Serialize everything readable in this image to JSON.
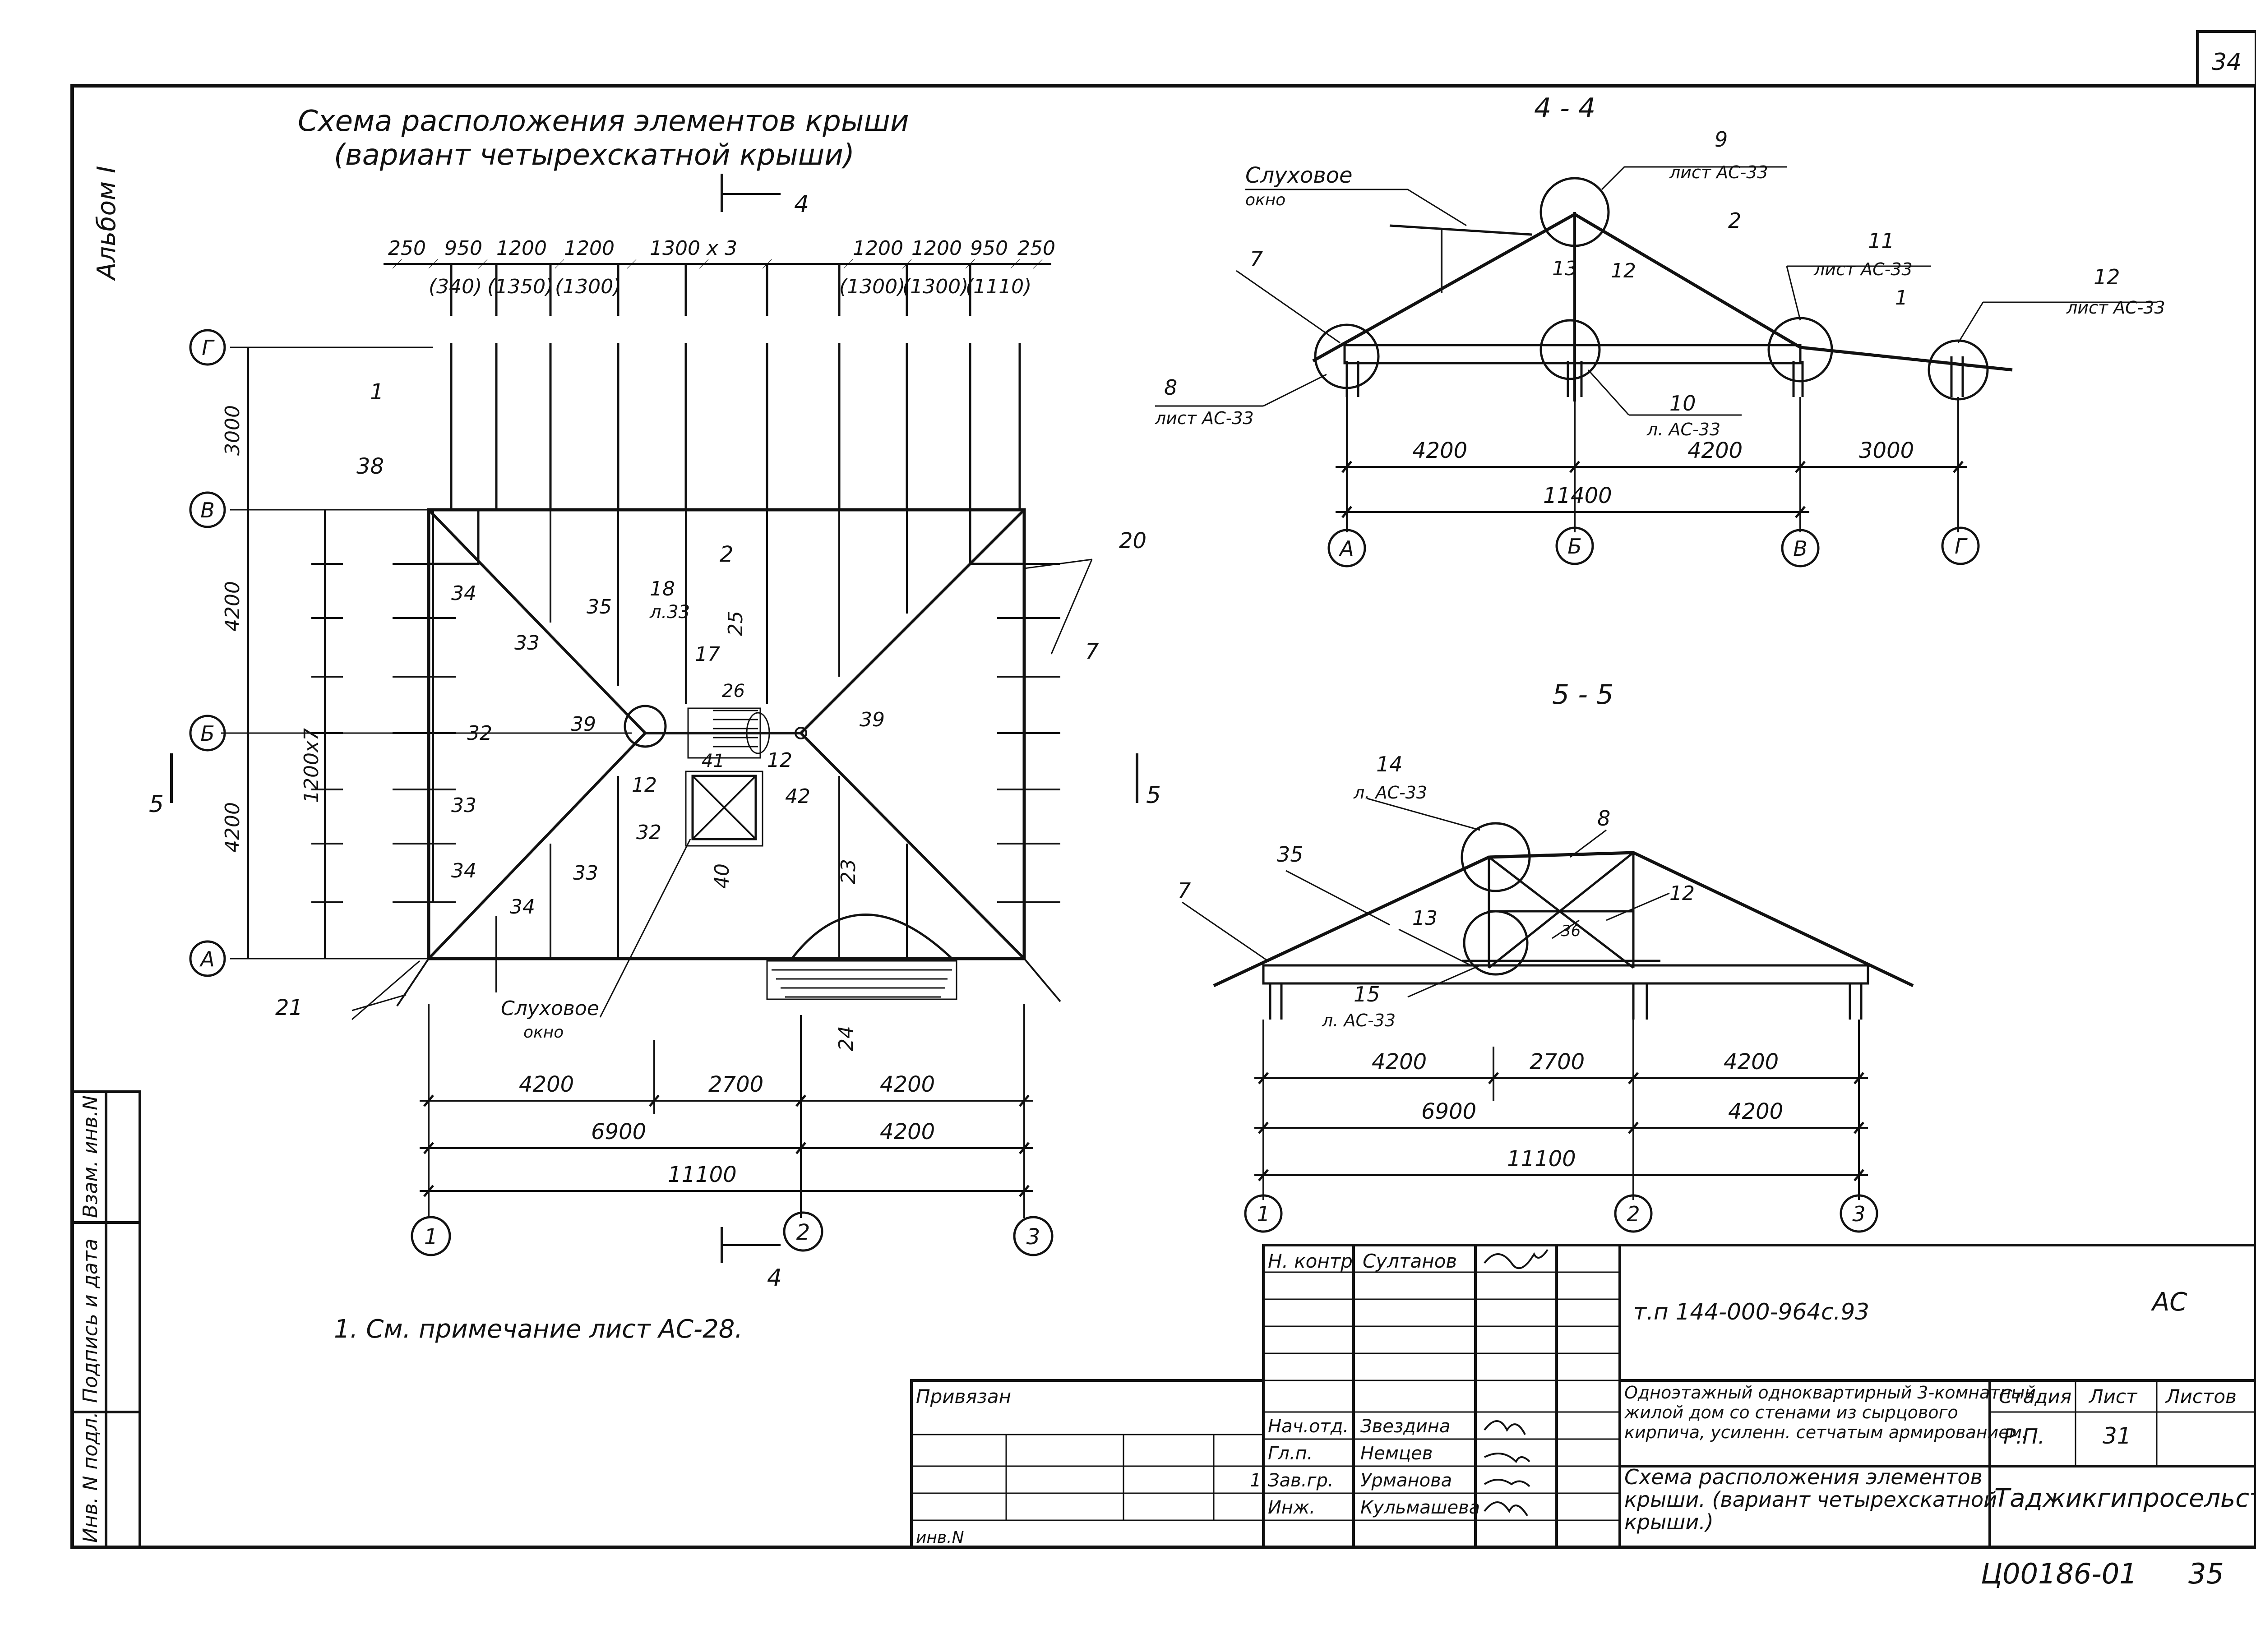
{
  "sheet_number": "34",
  "album_label": "Альбом I",
  "plan": {
    "title_line1": "Схема расположения элементов крыши",
    "title_line2": "(вариант четырехскатной крыши)",
    "section_4_label": "4",
    "section_5_label": "5",
    "top_dims": [
      "250",
      "950",
      "1200",
      "1200",
      "1300 x 3",
      "1200",
      "1200",
      "950",
      "250"
    ],
    "top_dims_paren": [
      "(340)",
      "(1350)",
      "(1300)",
      "(1300)",
      "(1300)",
      "(1110)"
    ],
    "left_dims": [
      "3000",
      "4200",
      "4200",
      "1200x7"
    ],
    "axes_rows": [
      "Г",
      "В",
      "Б",
      "А"
    ],
    "axes_cols": [
      "1",
      "2",
      "3"
    ],
    "bottom_dims": [
      "4200",
      "2700",
      "4200",
      "6900",
      "4200",
      "11100"
    ],
    "labels": {
      "l1": "1",
      "l38": "38",
      "l2": "2",
      "l20": "20",
      "l7": "7",
      "l34a": "34",
      "l35": "35",
      "l33a": "33",
      "l18": "18",
      "l33sheet": "л.33",
      "l17": "17",
      "l25": "25",
      "l26": "26",
      "l32a": "32",
      "l89": "39",
      "l12a": "12",
      "l12b": "12",
      "l39": "39",
      "l41": "41",
      "l42": "42",
      "l33b": "33",
      "l32b": "32",
      "l23": "23",
      "l34b": "34",
      "l33c": "33",
      "l34c": "34",
      "l40": "40",
      "l21": "21",
      "l24": "24",
      "dormer_line1": "Слуховое",
      "dormer_line2": "окно"
    },
    "note": "1. См. примечание лист АС-28."
  },
  "section_44": {
    "title": "4 - 4",
    "dormer_line1": "Слуховое",
    "dormer_line2": "окно",
    "callouts": [
      "9",
      "лист АС-33",
      "2",
      "11",
      "лист АС-33",
      "12",
      "лист АС-33",
      "7",
      "13",
      "12",
      "1",
      "8",
      "лист АС-33",
      "10",
      "л. АС-33"
    ],
    "dims": [
      "4200",
      "4200",
      "3000",
      "11400"
    ],
    "axes": [
      "А",
      "Б",
      "В",
      "Г"
    ]
  },
  "section_55": {
    "title": "5 - 5",
    "callouts": [
      "14",
      "л. АС-33",
      "8",
      "35",
      "7",
      "13",
      "12",
      "36",
      "15",
      "л. АС-33"
    ],
    "dims": [
      "4200",
      "2700",
      "4200",
      "6900",
      "4200",
      "11100"
    ],
    "axes": [
      "1",
      "2",
      "3"
    ]
  },
  "stamp": {
    "side_labels": [
      "Взам. инв.N",
      "Подпись и дата",
      "Инв. N подл."
    ],
    "n_kontr_role": "Н. контр",
    "n_kontr_name": "Султанов",
    "roles": [
      "Нач.отд.",
      "Гл.п.",
      "Зав.гр.",
      "Инж."
    ],
    "names": [
      "Звездина",
      "Немцев",
      "Урманова",
      "Кульмашева"
    ],
    "row_num": "1",
    "doc_code": "т.п 144-000-964с.93",
    "doc_mark": "АС",
    "project_title": "Одноэтажный одноквартирный 3-комнатный жилой дом со стенами из сырцового кирпича, усиленн. сетчатым армированием.",
    "sheet_title": "Схема расположения элементов крыши. (вариант четырехскатной крыши.)",
    "stage_label": "Стадия",
    "sheet_label": "Лист",
    "sheets_label": "Листов",
    "stage_value": "Р.П.",
    "sheet_value": "31",
    "organization": "Таджикгипросельстрой",
    "privyazan": "Привязан",
    "inv_n": "инв.N",
    "archive_code": "Ц00186-01",
    "archive_sheet": "35"
  }
}
